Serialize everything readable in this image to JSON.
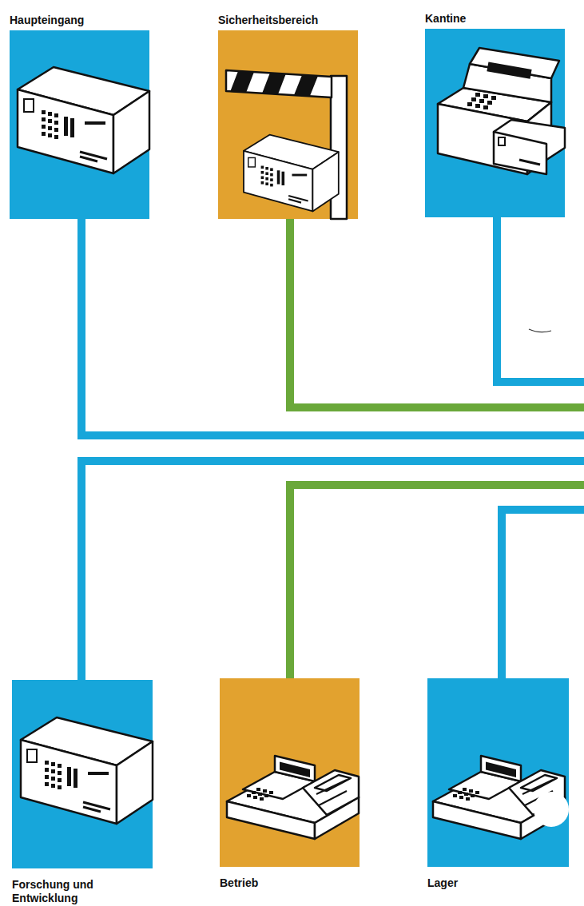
{
  "diagram": {
    "nodes": [
      {
        "text": [
          "Haupteingang"
        ]
      },
      {
        "text": [
          "Sicherheitsbereich"
        ]
      },
      {
        "text": [
          "Kantine"
        ]
      },
      {
        "text": [
          "Forschung und Entwicklung"
        ]
      },
      {
        "text": [
          "Betrieb"
        ]
      },
      {
        "text": [
          "Lager"
        ]
      }
    ]
  }
}
